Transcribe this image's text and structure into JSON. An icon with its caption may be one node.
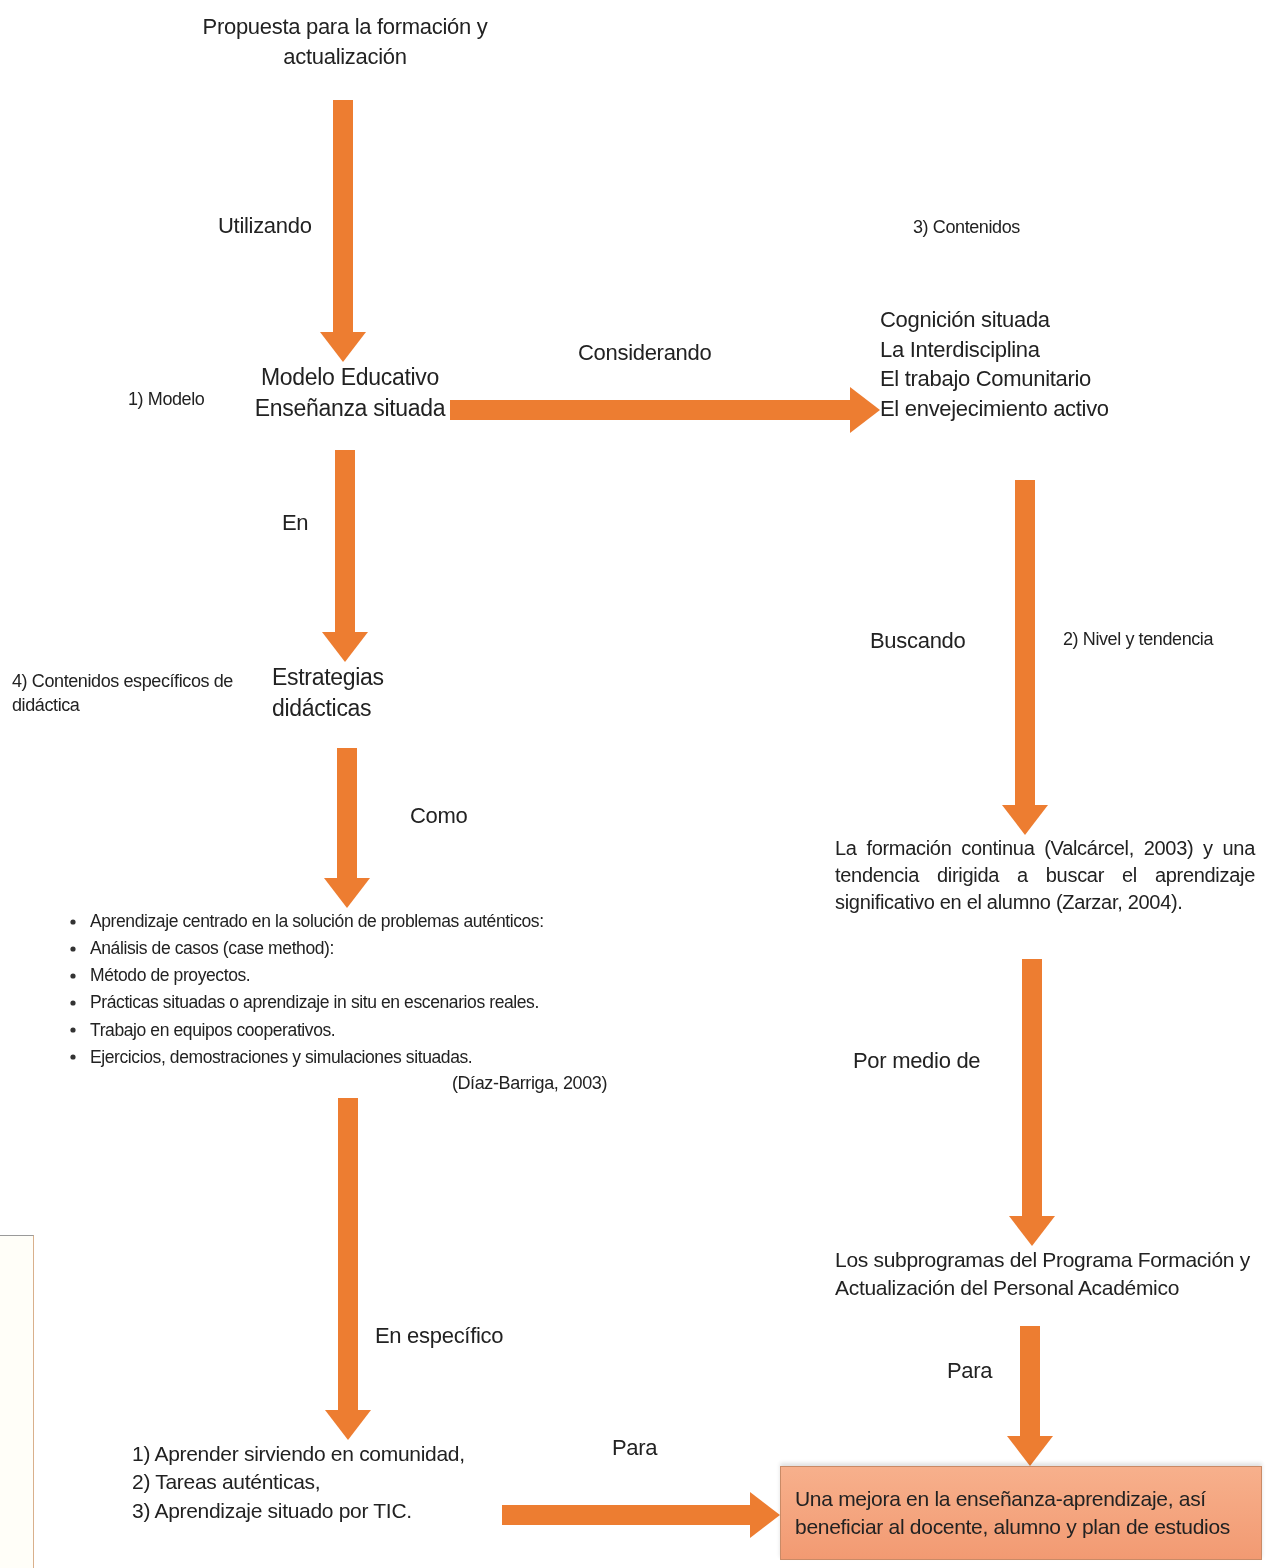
{
  "diagram": {
    "nodes": [
      {
        "text": [
          "Propuesta para la formación y actualización"
        ]
      },
      {
        "text": [
          "Modelo Educativo Enseñanza situada"
        ]
      },
      {
        "text": [
          "Estrategias didácticas"
        ]
      },
      {
        "text": [
          "Aprendizaje centrado en la solución de problemas auténticos:",
          "Análisis de casos (case method):",
          "Método de proyectos.",
          "Prácticas situadas o aprendizaje in situ en escenarios reales.",
          "Trabajo en equipos cooperativos.",
          "Ejercicios, demostraciones y simulaciones situadas.",
          "(Díaz-Barriga, 2003)"
        ]
      },
      {
        "text": [
          "1) Aprender sirviendo en comunidad,",
          "2) Tareas auténticas,",
          "3) Aprendizaje situado por TIC."
        ]
      },
      {
        "text": [
          "Cognición situada",
          "La Interdisciplina",
          "El trabajo Comunitario",
          "El envejecimiento activo"
        ]
      },
      {
        "text": [
          "La formación continua (Valcárcel, 2003) y una tendencia dirigida a buscar el aprendizaje significativo en el alumno (Zarzar, 2004)."
        ]
      },
      {
        "text": [
          "Los subprogramas del Programa Formación y Actualización del Personal Académico"
        ]
      },
      {
        "text": [
          "Una mejora en la enseñanza-aprendizaje, así beneficiar al docente, alumno y plan de estudios"
        ]
      }
    ],
    "edges": [
      {
        "from": 0,
        "to": 1,
        "arrow": "to",
        "label": "Utilizando"
      },
      {
        "from": 1,
        "to": 2,
        "arrow": "to",
        "label": "En"
      },
      {
        "from": 2,
        "to": 3,
        "arrow": "to",
        "label": "Como"
      },
      {
        "from": 3,
        "to": 4,
        "arrow": "to",
        "label": "En específico"
      },
      {
        "from": 1,
        "to": 5,
        "arrow": "to",
        "label": "Considerando"
      },
      {
        "from": 5,
        "to": 6,
        "arrow": "to",
        "label": "Buscando"
      },
      {
        "from": 6,
        "to": 7,
        "arrow": "to",
        "label": "Por medio de"
      },
      {
        "from": 7,
        "to": 8,
        "arrow": "to",
        "label": "Para"
      },
      {
        "from": 4,
        "to": 8,
        "arrow": "to",
        "label": "Para"
      }
    ],
    "labels": [
      "3) Contenidos",
      "1) Modelo",
      "4) Contenidos específicos de didáctica",
      "2) Nivel y tendencia"
    ]
  }
}
